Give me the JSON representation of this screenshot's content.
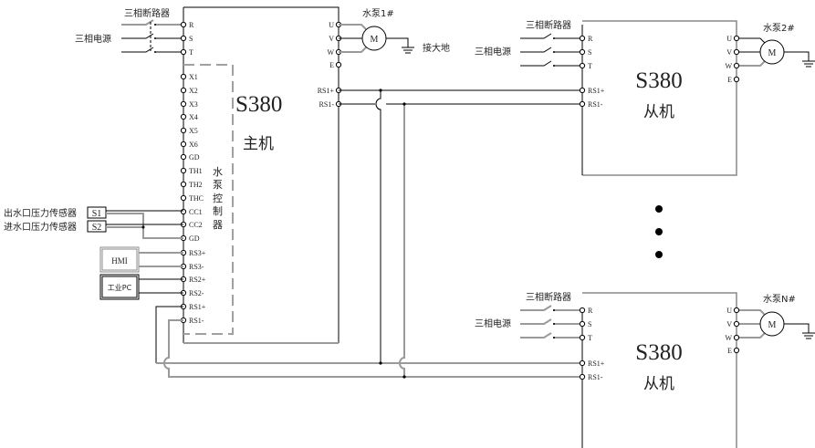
{
  "colors": {
    "line_black": "#000000",
    "line_gray": "#9a9a9a",
    "dash_gray": "#a0a0a0",
    "text": "#222222"
  },
  "master": {
    "model": "S380",
    "role": "主机",
    "breaker_label": "三相断路器",
    "power_label": "三相电源",
    "pump_label": "水泵1#",
    "ground_label": "接大地",
    "motor_label": "M",
    "controller_label": [
      "水",
      "泵",
      "控",
      "制",
      "器"
    ],
    "left_terminals": [
      "R",
      "S",
      "T",
      "X1",
      "X2",
      "X3",
      "X4",
      "X5",
      "X6",
      "GD",
      "TH1",
      "TH2",
      "THC",
      "CC1",
      "CC2",
      "GD",
      "RS3+",
      "RS3-",
      "RS2+",
      "RS2-",
      "RS1+",
      "RS1-"
    ],
    "right_terminals": [
      "U",
      "V",
      "W",
      "E",
      "RS1+",
      "RS1-"
    ]
  },
  "sensors": [
    {
      "label": "出水口压力传感器",
      "tag": "S1"
    },
    {
      "label": "进水口压力传感器",
      "tag": "S2"
    }
  ],
  "devices": [
    {
      "label": "HMI"
    },
    {
      "label": "工业PC"
    }
  ],
  "slaves": [
    {
      "model": "S380",
      "role": "从机",
      "breaker_label": "三相断路器",
      "power_label": "三相电源",
      "pump_label": "水泵2#",
      "motor_label": "M",
      "left_terminals": [
        "R",
        "S",
        "T",
        "RS1+",
        "RS1-"
      ],
      "right_terminals": [
        "U",
        "V",
        "W",
        "E"
      ]
    },
    {
      "model": "S380",
      "role": "从机",
      "breaker_label": "三相断路器",
      "power_label": "三相电源",
      "pump_label": "水泵N#",
      "motor_label": "M",
      "left_terminals": [
        "R",
        "S",
        "T",
        "RS1+",
        "RS1-"
      ],
      "right_terminals": [
        "U",
        "V",
        "W",
        "E"
      ]
    }
  ],
  "ellipsis_dots": 3
}
